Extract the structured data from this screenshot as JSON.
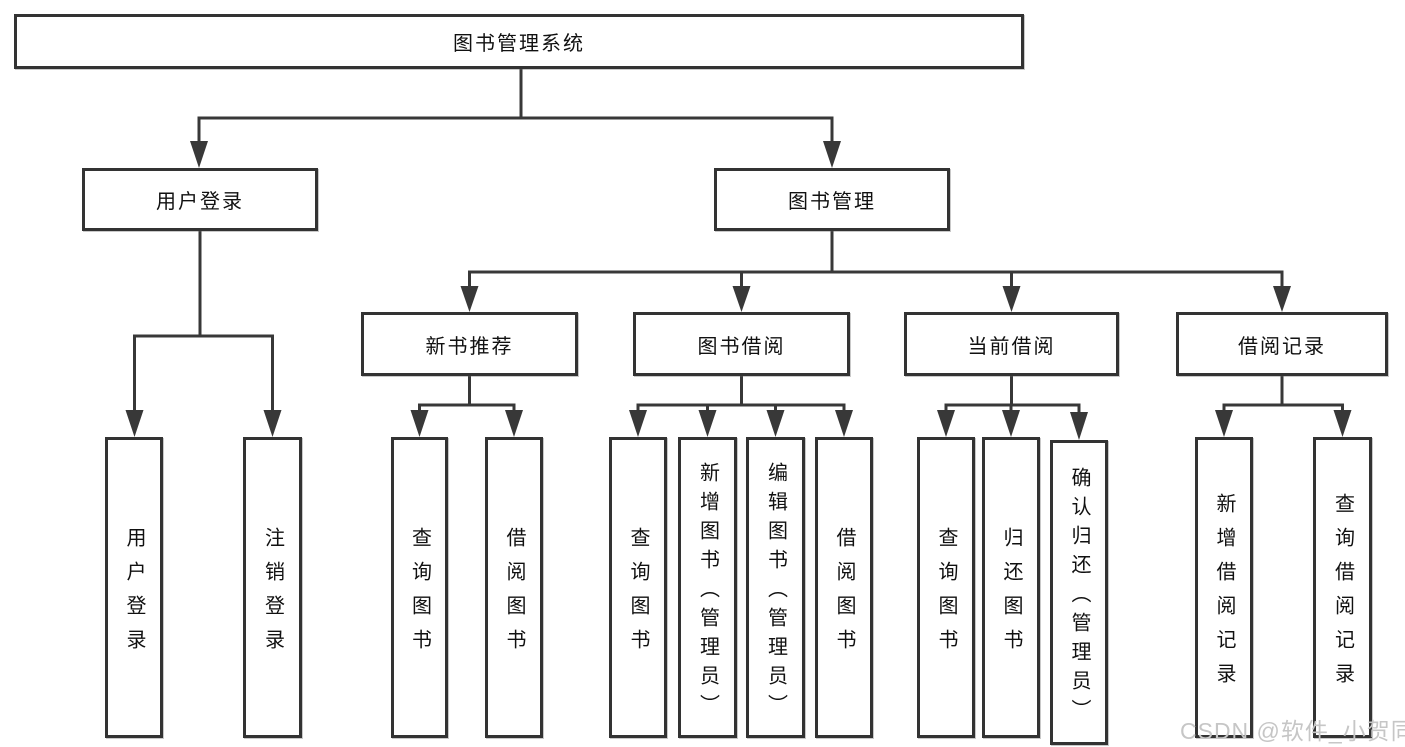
{
  "colors": {
    "background": "#ffffff",
    "line": "#383838",
    "box_border": "#333333",
    "text": "#111111",
    "watermark": "#c6c6c6"
  },
  "watermark": "CSDN @软件_小贺同学",
  "tree": {
    "label": "图书管理系统",
    "children": [
      {
        "label": "用户登录",
        "children": [
          {
            "label": "用户登录"
          },
          {
            "label": "注销登录"
          }
        ]
      },
      {
        "label": "图书管理",
        "children": [
          {
            "label": "新书推荐",
            "children": [
              {
                "label": "查询图书"
              },
              {
                "label": "借阅图书"
              }
            ]
          },
          {
            "label": "图书借阅",
            "children": [
              {
                "label": "查询图书"
              },
              {
                "label": "新增图书（管理员）"
              },
              {
                "label": "编辑图书（管理员）"
              },
              {
                "label": "借阅图书"
              }
            ]
          },
          {
            "label": "当前借阅",
            "children": [
              {
                "label": "查询图书"
              },
              {
                "label": "归还图书"
              },
              {
                "label": "确认归还（管理员）"
              }
            ]
          },
          {
            "label": "借阅记录",
            "children": [
              {
                "label": "新增借阅记录"
              },
              {
                "label": "查询借阅记录"
              }
            ]
          }
        ]
      }
    ]
  }
}
